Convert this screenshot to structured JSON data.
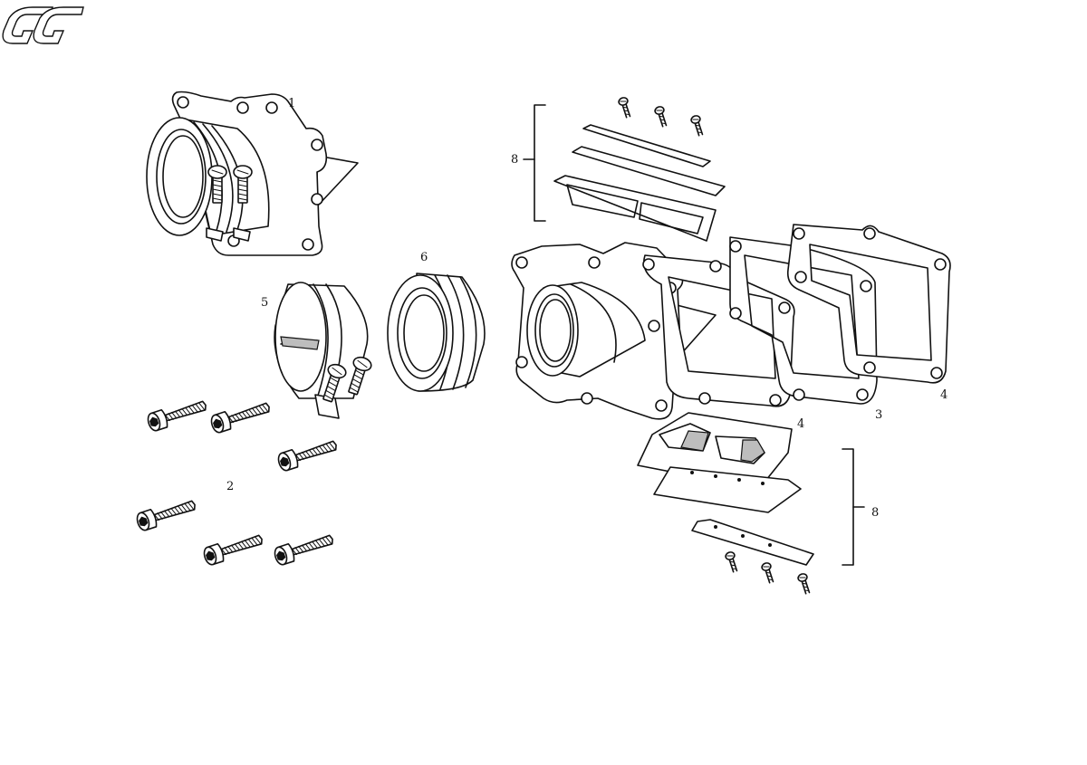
{
  "diagram": {
    "logo": {
      "text": "GG"
    },
    "callouts": [
      {
        "id": "c1",
        "text": "1"
      },
      {
        "id": "c2",
        "text": "2"
      },
      {
        "id": "c3",
        "text": "3"
      },
      {
        "id": "c4a",
        "text": "4"
      },
      {
        "id": "c4b",
        "text": "4"
      },
      {
        "id": "c5",
        "text": "5"
      },
      {
        "id": "c6",
        "text": "6"
      },
      {
        "id": "c8a",
        "text": "8"
      },
      {
        "id": "c8b",
        "text": "8"
      }
    ]
  }
}
